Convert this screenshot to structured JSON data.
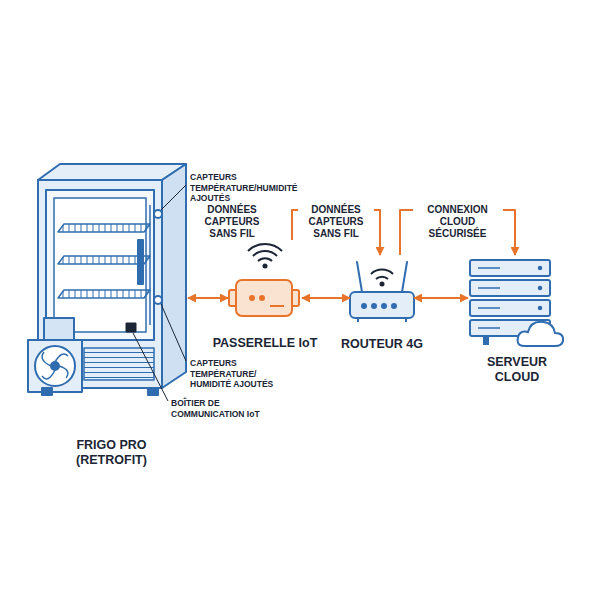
{
  "diagram": {
    "nodes": [
      {
        "text": [
          "FRIGO PRO (RETROFIT)"
        ]
      },
      {
        "text": [
          "PASSERELLE IoT"
        ]
      },
      {
        "text": [
          "ROUTEUR 4G"
        ]
      },
      {
        "text": [
          "SERVEUR CLOUD"
        ]
      }
    ],
    "edges": [
      {
        "from": 0,
        "to": 1,
        "arrow": "both"
      },
      {
        "from": 1,
        "to": 2,
        "arrow": "both"
      },
      {
        "from": 2,
        "to": 3,
        "arrow": "both"
      },
      {
        "from": 1,
        "to": 2,
        "label": "DONNÉES CAPTEURS SANS FIL",
        "arrow": "to"
      },
      {
        "from": 2,
        "to": 3,
        "label": "CONNEXION CLOUD SÉCURISÉE",
        "arrow": "to"
      }
    ],
    "labels": [
      "CAPTEURS TEMPÉRATURE/HUMIDITÉ AJOUTÉS",
      "DONNÉES CAPTEURS SANS FIL",
      "CAPTEURS TEMPÉRATURE/ HUMIDITÉ AJOUTÉS",
      "BOÎTIER DE COMMUNICATION IoT"
    ]
  }
}
